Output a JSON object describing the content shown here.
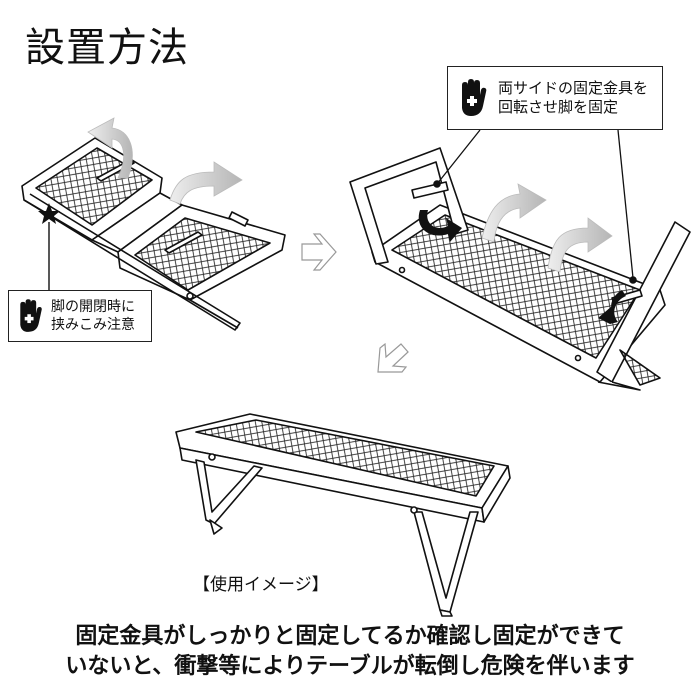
{
  "title": "設置方法",
  "callouts": {
    "rotate": {
      "icon": "hand-caution-icon",
      "lines": [
        "両サイドの固定金具を",
        "回転させ脚を固定"
      ]
    },
    "pinch": {
      "icon": "hand-caution-icon",
      "lines": [
        "脚の開閉時に",
        "挟みこみ注意"
      ]
    }
  },
  "caption": "【使用イメージ】",
  "warning": [
    "固定金具がしっかりと固定してるか確認し固定ができて",
    "いないと、衝撃等によりテーブルが転倒し危険を伴います"
  ],
  "colors": {
    "arrow_gray": "#c8c8c8",
    "line": "#111111",
    "background": "#ffffff"
  }
}
